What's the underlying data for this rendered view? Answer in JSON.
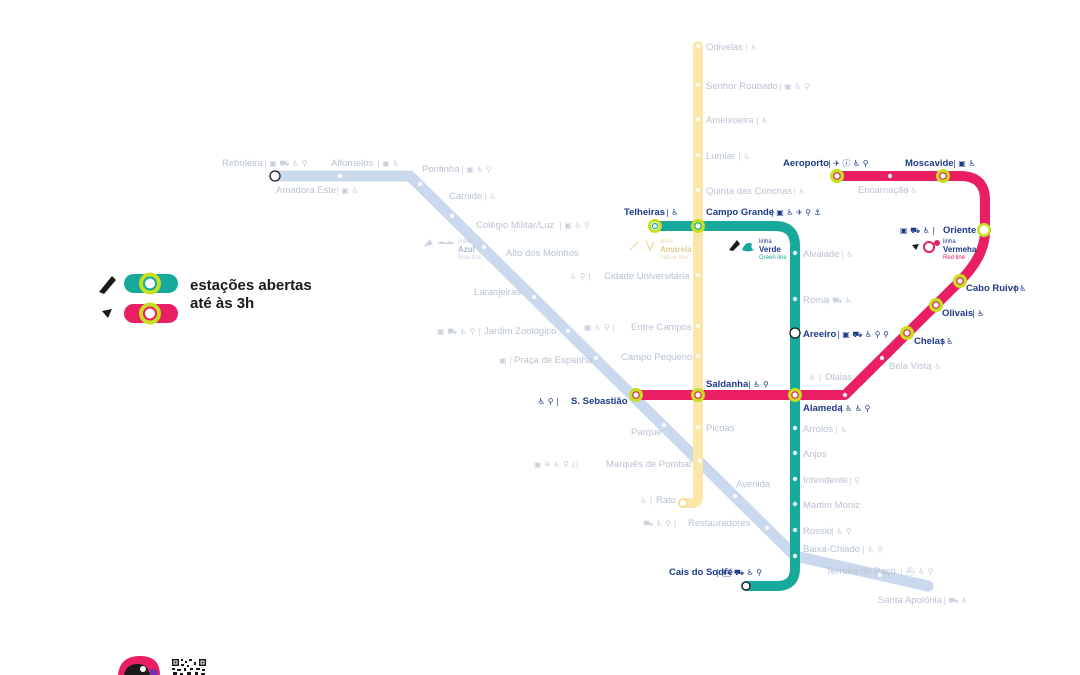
{
  "legend": {
    "line1": "estações abertas",
    "line2": "até às 3h"
  },
  "colors": {
    "blue": "#c9d9ee",
    "yellow": "#fbe7a9",
    "green": "#17a99c",
    "red": "#e91e63",
    "highlight": "#c6df1f",
    "navy": "#1d3a8a",
    "faded_text": "#b9c3d3"
  },
  "line_tags": {
    "azul": {
      "pt": "linha",
      "name": "Azul",
      "en": "Blue line"
    },
    "amarela": {
      "pt": "linha",
      "name": "Amarela",
      "en": "Yellow line"
    },
    "verde": {
      "pt": "linha",
      "name": "Verde",
      "en": "Green line"
    },
    "vermelha": {
      "pt": "linha",
      "name": "Vermeha",
      "en": "Red line"
    }
  },
  "stations": {
    "odivelas": "Odivelas",
    "senhor_roubado": "Senhor Roubado",
    "ameixoeira": "Ameixoeira",
    "lumiar": "Lumiar",
    "quinta_das_conchas": "Quinta das Conchas",
    "campo_grande": "Campo Grande",
    "cidade_universitaria": "Cidade Universitária",
    "entre_campos": "Entre Campos",
    "campo_pequeno": "Campo Pequeno",
    "saldanha": "Saldanha",
    "picoas": "Picoas",
    "marques_de_pombal": "Marquês de Pombal",
    "rato": "Rato",
    "reboleira": "Reboleira",
    "amadora_este": "Amadora Este",
    "alfornelos": "Alfornelos",
    "pontinha": "Pontinha",
    "carnide": "Carnide",
    "colegio_militar": "Colégio Militar/Luz",
    "alto_dos_moinhos": "Alto dos Moinhos",
    "laranjeiras": "Laranjeiras",
    "jardim_zoologico": "Jardim Zoológico",
    "praca_de_espanha": "Praça de Espanha",
    "s_sebastiao": "S. Sebastião",
    "parque": "Parque",
    "avenida": "Avenida",
    "restauradores": "Restauradores",
    "baixa_chiado": "Baixa-Chiado",
    "terreiro_do_paco": "Terreiro do Paço",
    "santa_apolonia": "Santa Apolónia",
    "telheiras": "Telheiras",
    "alvalade": "Alvalade",
    "roma": "Roma",
    "areeiro": "Areeiro",
    "alameda": "Alameda",
    "arroios": "Arroios",
    "anjos": "Anjos",
    "intendente": "Intendente",
    "martim_moniz": "Martim Moniz",
    "rossio": "Rossio",
    "cais_do_sodre": "Cais do Sodré",
    "aeroporto": "Aeroporto",
    "encarnacao": "Encarnação",
    "moscavide": "Moscavide",
    "oriente": "Oriente",
    "cabo_ruivo": "Cabo Ruivo",
    "olivais": "Olivais",
    "chelas": "Chelas",
    "bela_vista": "Bela Vista",
    "olaias": "Olaias"
  }
}
